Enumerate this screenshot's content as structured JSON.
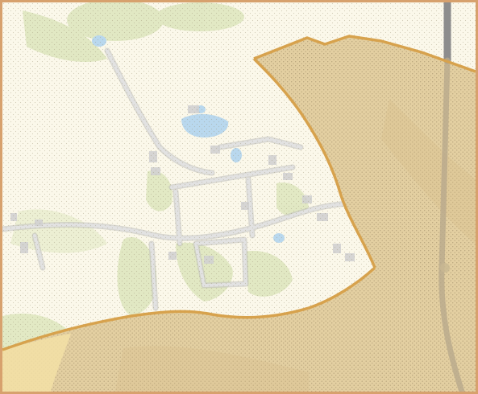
{
  "map": {
    "colors": {
      "background": "#fbf8ea",
      "frame": "#d7a16d",
      "boundary_fill": "#e3cfa1",
      "boundary_edge": "#d7a24d",
      "vegetation": "#dde6bd",
      "water": "#b9d8ee",
      "road": "#e2e2e2",
      "road_outline": "#bdbdbd",
      "highway": "#8d8d8d",
      "building": "#d2d2d2",
      "dot_light": "#9a9072",
      "dot_dark": "#7c6a48"
    },
    "features": [
      "vegetation-area",
      "water-body",
      "road-network",
      "building-footprints",
      "highway",
      "shaded-boundary-area",
      "boundary-line"
    ]
  }
}
